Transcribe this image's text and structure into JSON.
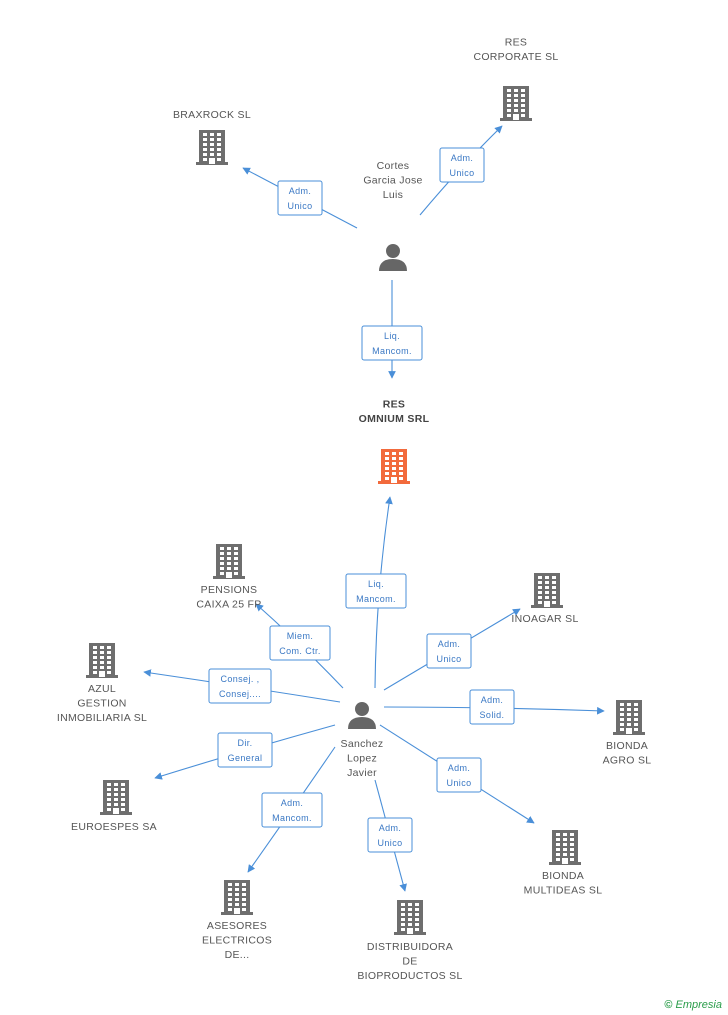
{
  "nodes": [
    {
      "id": "res_omnium",
      "kind": "company",
      "focus": true,
      "lines": [
        "RES",
        "OMNIUM SRL"
      ]
    },
    {
      "id": "cortes",
      "kind": "person",
      "lines": [
        "Cortes",
        "Garcia Jose",
        "Luis"
      ]
    },
    {
      "id": "sanchez",
      "kind": "person",
      "lines": [
        "Sanchez",
        "Lopez",
        "Javier"
      ]
    },
    {
      "id": "res_corporate",
      "kind": "company",
      "lines": [
        "RES",
        "CORPORATE  SL"
      ]
    },
    {
      "id": "braxrock",
      "kind": "company",
      "lines": [
        "BRAXROCK  SL"
      ]
    },
    {
      "id": "pensions",
      "kind": "company",
      "lines": [
        "PENSIONS",
        "CAIXA 25 FP"
      ]
    },
    {
      "id": "inoagar",
      "kind": "company",
      "lines": [
        "INOAGAR SL"
      ]
    },
    {
      "id": "azul",
      "kind": "company",
      "lines": [
        "AZUL",
        "GESTION",
        "INMOBILIARIA SL"
      ]
    },
    {
      "id": "bionda_agro",
      "kind": "company",
      "lines": [
        "BIONDA",
        "AGRO  SL"
      ]
    },
    {
      "id": "euroespes",
      "kind": "company",
      "lines": [
        "EUROESPES SA"
      ]
    },
    {
      "id": "bionda_multi",
      "kind": "company",
      "lines": [
        "BIONDA",
        "MULTIDEAS SL"
      ]
    },
    {
      "id": "asesores",
      "kind": "company",
      "lines": [
        "ASESORES",
        "ELECTRICOS",
        "DE..."
      ]
    },
    {
      "id": "distribuidora",
      "kind": "company",
      "lines": [
        "DISTRIBUIDORA",
        "DE",
        "BIOPRODUCTOS SL"
      ]
    }
  ],
  "edges": [
    {
      "from": "cortes",
      "to": "braxrock",
      "label": [
        "Adm.",
        "Unico"
      ]
    },
    {
      "from": "cortes",
      "to": "res_corporate",
      "label": [
        "Adm.",
        "Unico"
      ]
    },
    {
      "from": "cortes",
      "to": "res_omnium",
      "label": [
        "Liq.",
        "Mancom."
      ]
    },
    {
      "from": "sanchez",
      "to": "res_omnium",
      "label": [
        "Liq.",
        "Mancom."
      ]
    },
    {
      "from": "sanchez",
      "to": "pensions",
      "label": [
        "Miem.",
        "Com. Ctr."
      ]
    },
    {
      "from": "sanchez",
      "to": "inoagar",
      "label": [
        "Adm.",
        "Unico"
      ]
    },
    {
      "from": "sanchez",
      "to": "azul",
      "label": [
        "Consej. ,",
        "Consej...."
      ]
    },
    {
      "from": "sanchez",
      "to": "bionda_agro",
      "label": [
        "Adm.",
        "Solid."
      ]
    },
    {
      "from": "sanchez",
      "to": "euroespes",
      "label": [
        "Dir.",
        "General"
      ]
    },
    {
      "from": "sanchez",
      "to": "bionda_multi",
      "label": [
        "Adm.",
        "Unico"
      ]
    },
    {
      "from": "sanchez",
      "to": "asesores",
      "label": [
        "Adm.",
        "Mancom."
      ]
    },
    {
      "from": "sanchez",
      "to": "distribuidora",
      "label": [
        "Adm.",
        "Unico"
      ]
    }
  ],
  "colors": {
    "edge": "#4a8fd8",
    "company": "#6e6e6e",
    "focus_company": "#f26a3c",
    "person": "#666666"
  },
  "watermark": {
    "symbol": "©",
    "brand": "Empresia"
  }
}
